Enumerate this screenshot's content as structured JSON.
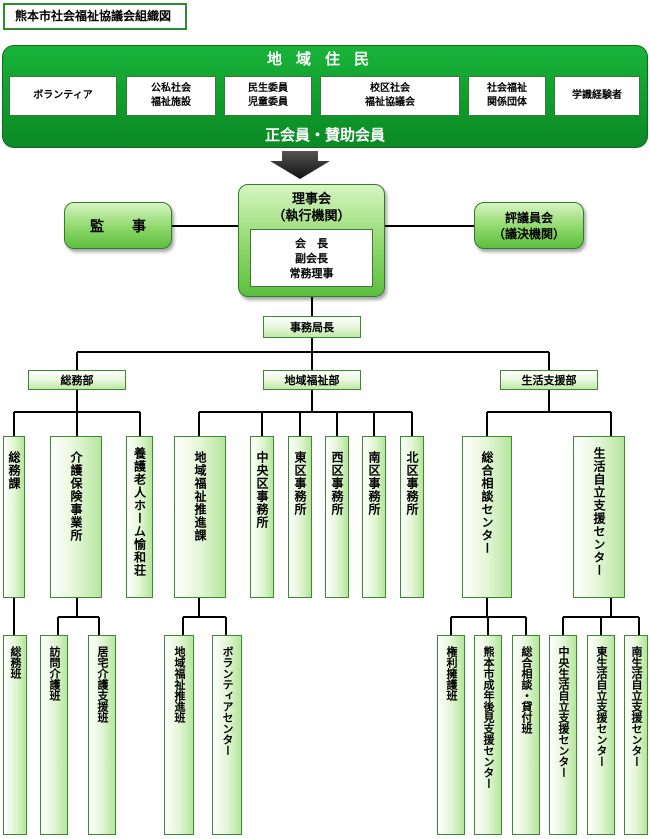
{
  "title": "熊本市社会福祉協議会組織図",
  "residents": {
    "title": "地域住民",
    "members": [
      "ボランティア",
      "公私社会\n福祉施設",
      "民生委員\n児童委員",
      "校区社会\n福祉協議会",
      "社会福祉\n関係団体",
      "学識経験者"
    ],
    "footer": "正会員・賛助会員"
  },
  "board": {
    "title": "理事会\n（執行機関）",
    "roles": "会　長\n副会長\n常務理事"
  },
  "auditor": "監　　事",
  "council": "評議員会\n（議決機関）",
  "secretary_general": "事務局長",
  "departments": [
    "総務部",
    "地域福祉部",
    "生活支援部"
  ],
  "sections": {
    "general": [
      "総務課",
      "介護保険事業所",
      "養護老人ホーム愉和荘"
    ],
    "community": [
      "地域福祉推進課",
      "中央区事務所",
      "東区事務所",
      "西区事務所",
      "南区事務所",
      "北区事務所"
    ],
    "life": [
      "総合相談センター",
      "生活自立支援センター"
    ]
  },
  "teams": {
    "general_affairs": [
      "総務班"
    ],
    "care": [
      "訪問介護班",
      "居宅介護支援班"
    ],
    "promotion": [
      "地域福祉推進班",
      "ボランティアセンター"
    ],
    "consult": [
      "権利擁護班",
      "熊本市成年後見支援センター",
      "総合相談・貸付班"
    ],
    "support": [
      "中央生活自立支援センター",
      "東生活自立支援センター",
      "南生活自立支援センター"
    ]
  },
  "colors": {
    "band": "#11a52f",
    "line": "#000000",
    "box_border": "#3a8a30"
  }
}
